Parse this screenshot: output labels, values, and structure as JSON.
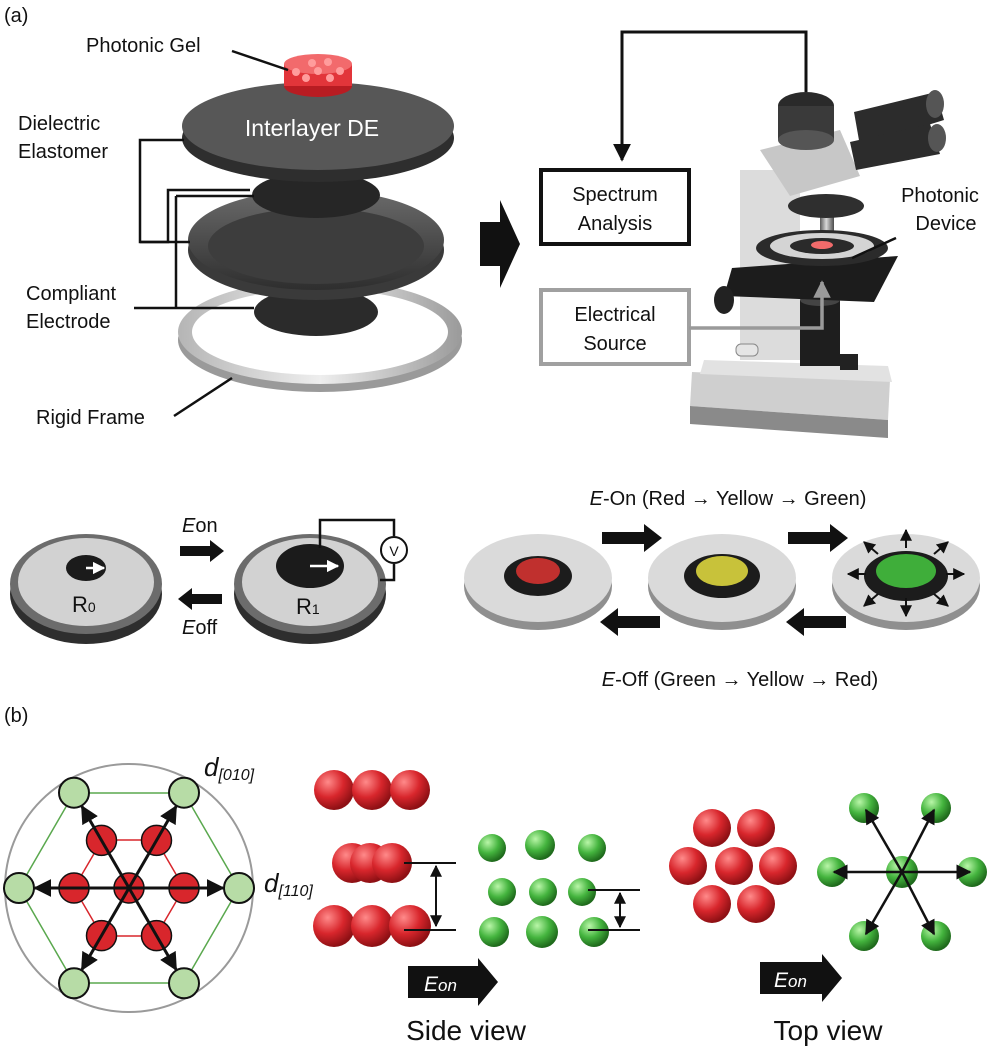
{
  "panels": {
    "a": "(a)",
    "b": "(b)"
  },
  "stack": {
    "photonic_gel": "Photonic Gel",
    "dielectric_elastomer": [
      "Dielectric",
      "Elastomer"
    ],
    "interlayer": "Interlayer DE",
    "compliant_electrode": [
      "Compliant",
      "Electrode"
    ],
    "rigid_frame": "Rigid Frame"
  },
  "setup": {
    "spectrum_analysis": [
      "Spectrum",
      "Analysis"
    ],
    "electrical_source": [
      "Electrical",
      "Source"
    ],
    "photonic_device": [
      "Photonic",
      "Device"
    ]
  },
  "actuation": {
    "e_on_symbol": "E",
    "e_on_suffix": "on",
    "e_off_symbol": "E",
    "e_off_suffix": "off",
    "r0_main": "R",
    "r0_sub": "0",
    "r1_main": "R",
    "r1_sub": "1",
    "voltmeter": "V"
  },
  "color_sequence": {
    "on_symbol": "E",
    "on_label": "-On (Red → Yellow → Green)",
    "off_symbol": "E",
    "off_label": "-Off (Green → Yellow → Red)",
    "disk_colors": [
      "#c0302e",
      "#c8c23a",
      "#3fae3a"
    ]
  },
  "lattice": {
    "d010": {
      "main": "d",
      "sub": "[010]"
    },
    "d110": {
      "main": "d",
      "sub": "[110]"
    },
    "eon_main": "E",
    "eon_sub": "on",
    "side_view": "Side view",
    "top_view": "Top view",
    "colors": {
      "red": "#d8262c",
      "green": "#4cc447",
      "light_green": "#b7dca6"
    }
  }
}
